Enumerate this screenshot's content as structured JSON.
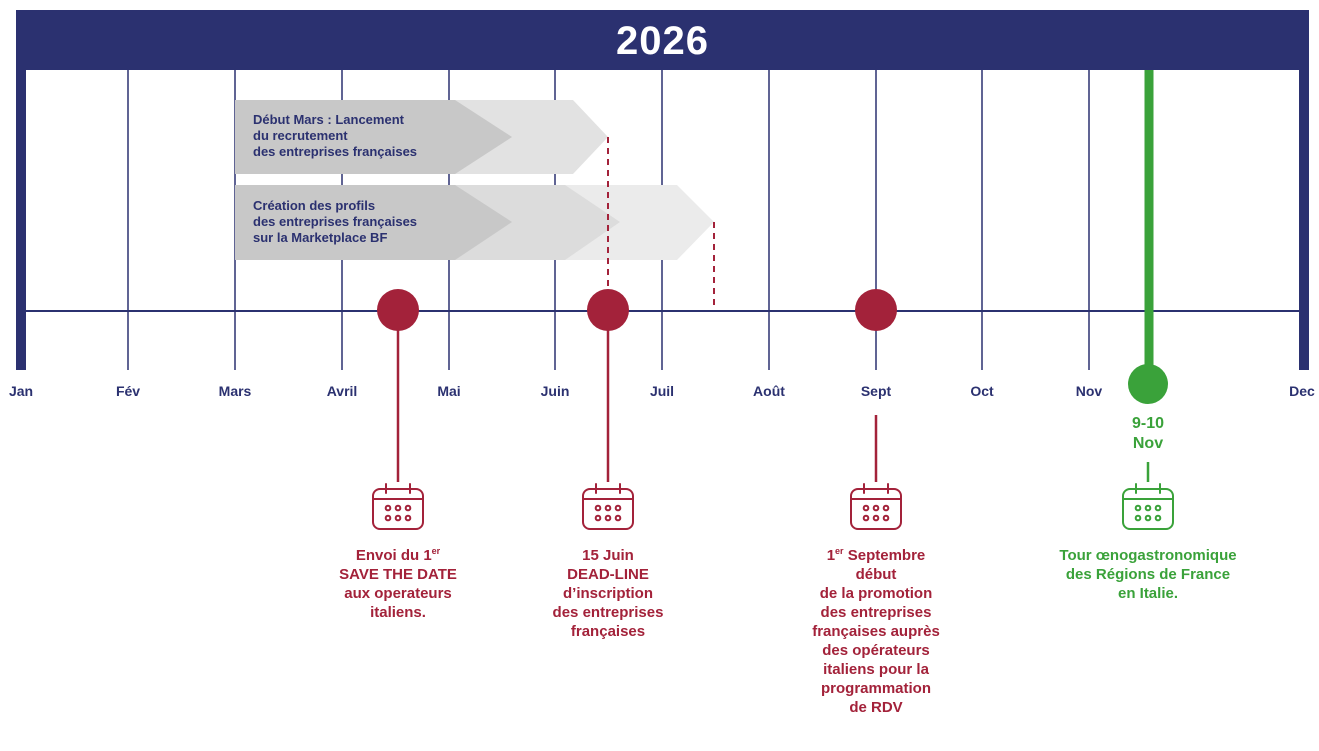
{
  "banner": {
    "year": "2026"
  },
  "colors": {
    "navy": "#2b3170",
    "red": "#a3223a",
    "green": "#3aa23a",
    "arrow_dark": "#c8c8c8",
    "arrow_light": "#e2e2e2"
  },
  "months": [
    "Jan",
    "Fév",
    "Mars",
    "Avril",
    "Mai",
    "Juin",
    "Juil",
    "Août",
    "Sept",
    "Oct",
    "Nov",
    "Dec"
  ],
  "phases": [
    {
      "lines": [
        "Début Mars : Lancement",
        "du recrutement",
        "des entreprises françaises"
      ]
    },
    {
      "lines": [
        "Création des profils",
        "des entreprises françaises",
        "sur la Marketplace BF"
      ]
    }
  ],
  "milestones": [
    {
      "icon": "calendar-icon",
      "pre": "Envoi du 1",
      "sup": "er",
      "lines": [
        "SAVE THE DATE",
        "aux operateurs",
        "italiens."
      ]
    },
    {
      "icon": "calendar-icon",
      "first": "15 Juin",
      "lines": [
        "DEAD-LINE",
        "d’inscription",
        "des entreprises",
        "françaises"
      ]
    },
    {
      "icon": "calendar-icon",
      "pre": "1",
      "sup": "er",
      "post": " Septembre",
      "lines": [
        "début",
        "de la promotion",
        "des entreprises",
        "françaises auprès",
        "des opérateurs",
        "italiens pour la",
        "programmation",
        "de RDV"
      ]
    }
  ],
  "event": {
    "date_line1": "9-10",
    "date_line2": "Nov",
    "icon": "calendar-icon",
    "lines": [
      "Tour œnogastronomique",
      "des Régions de France",
      "en Italie."
    ]
  }
}
